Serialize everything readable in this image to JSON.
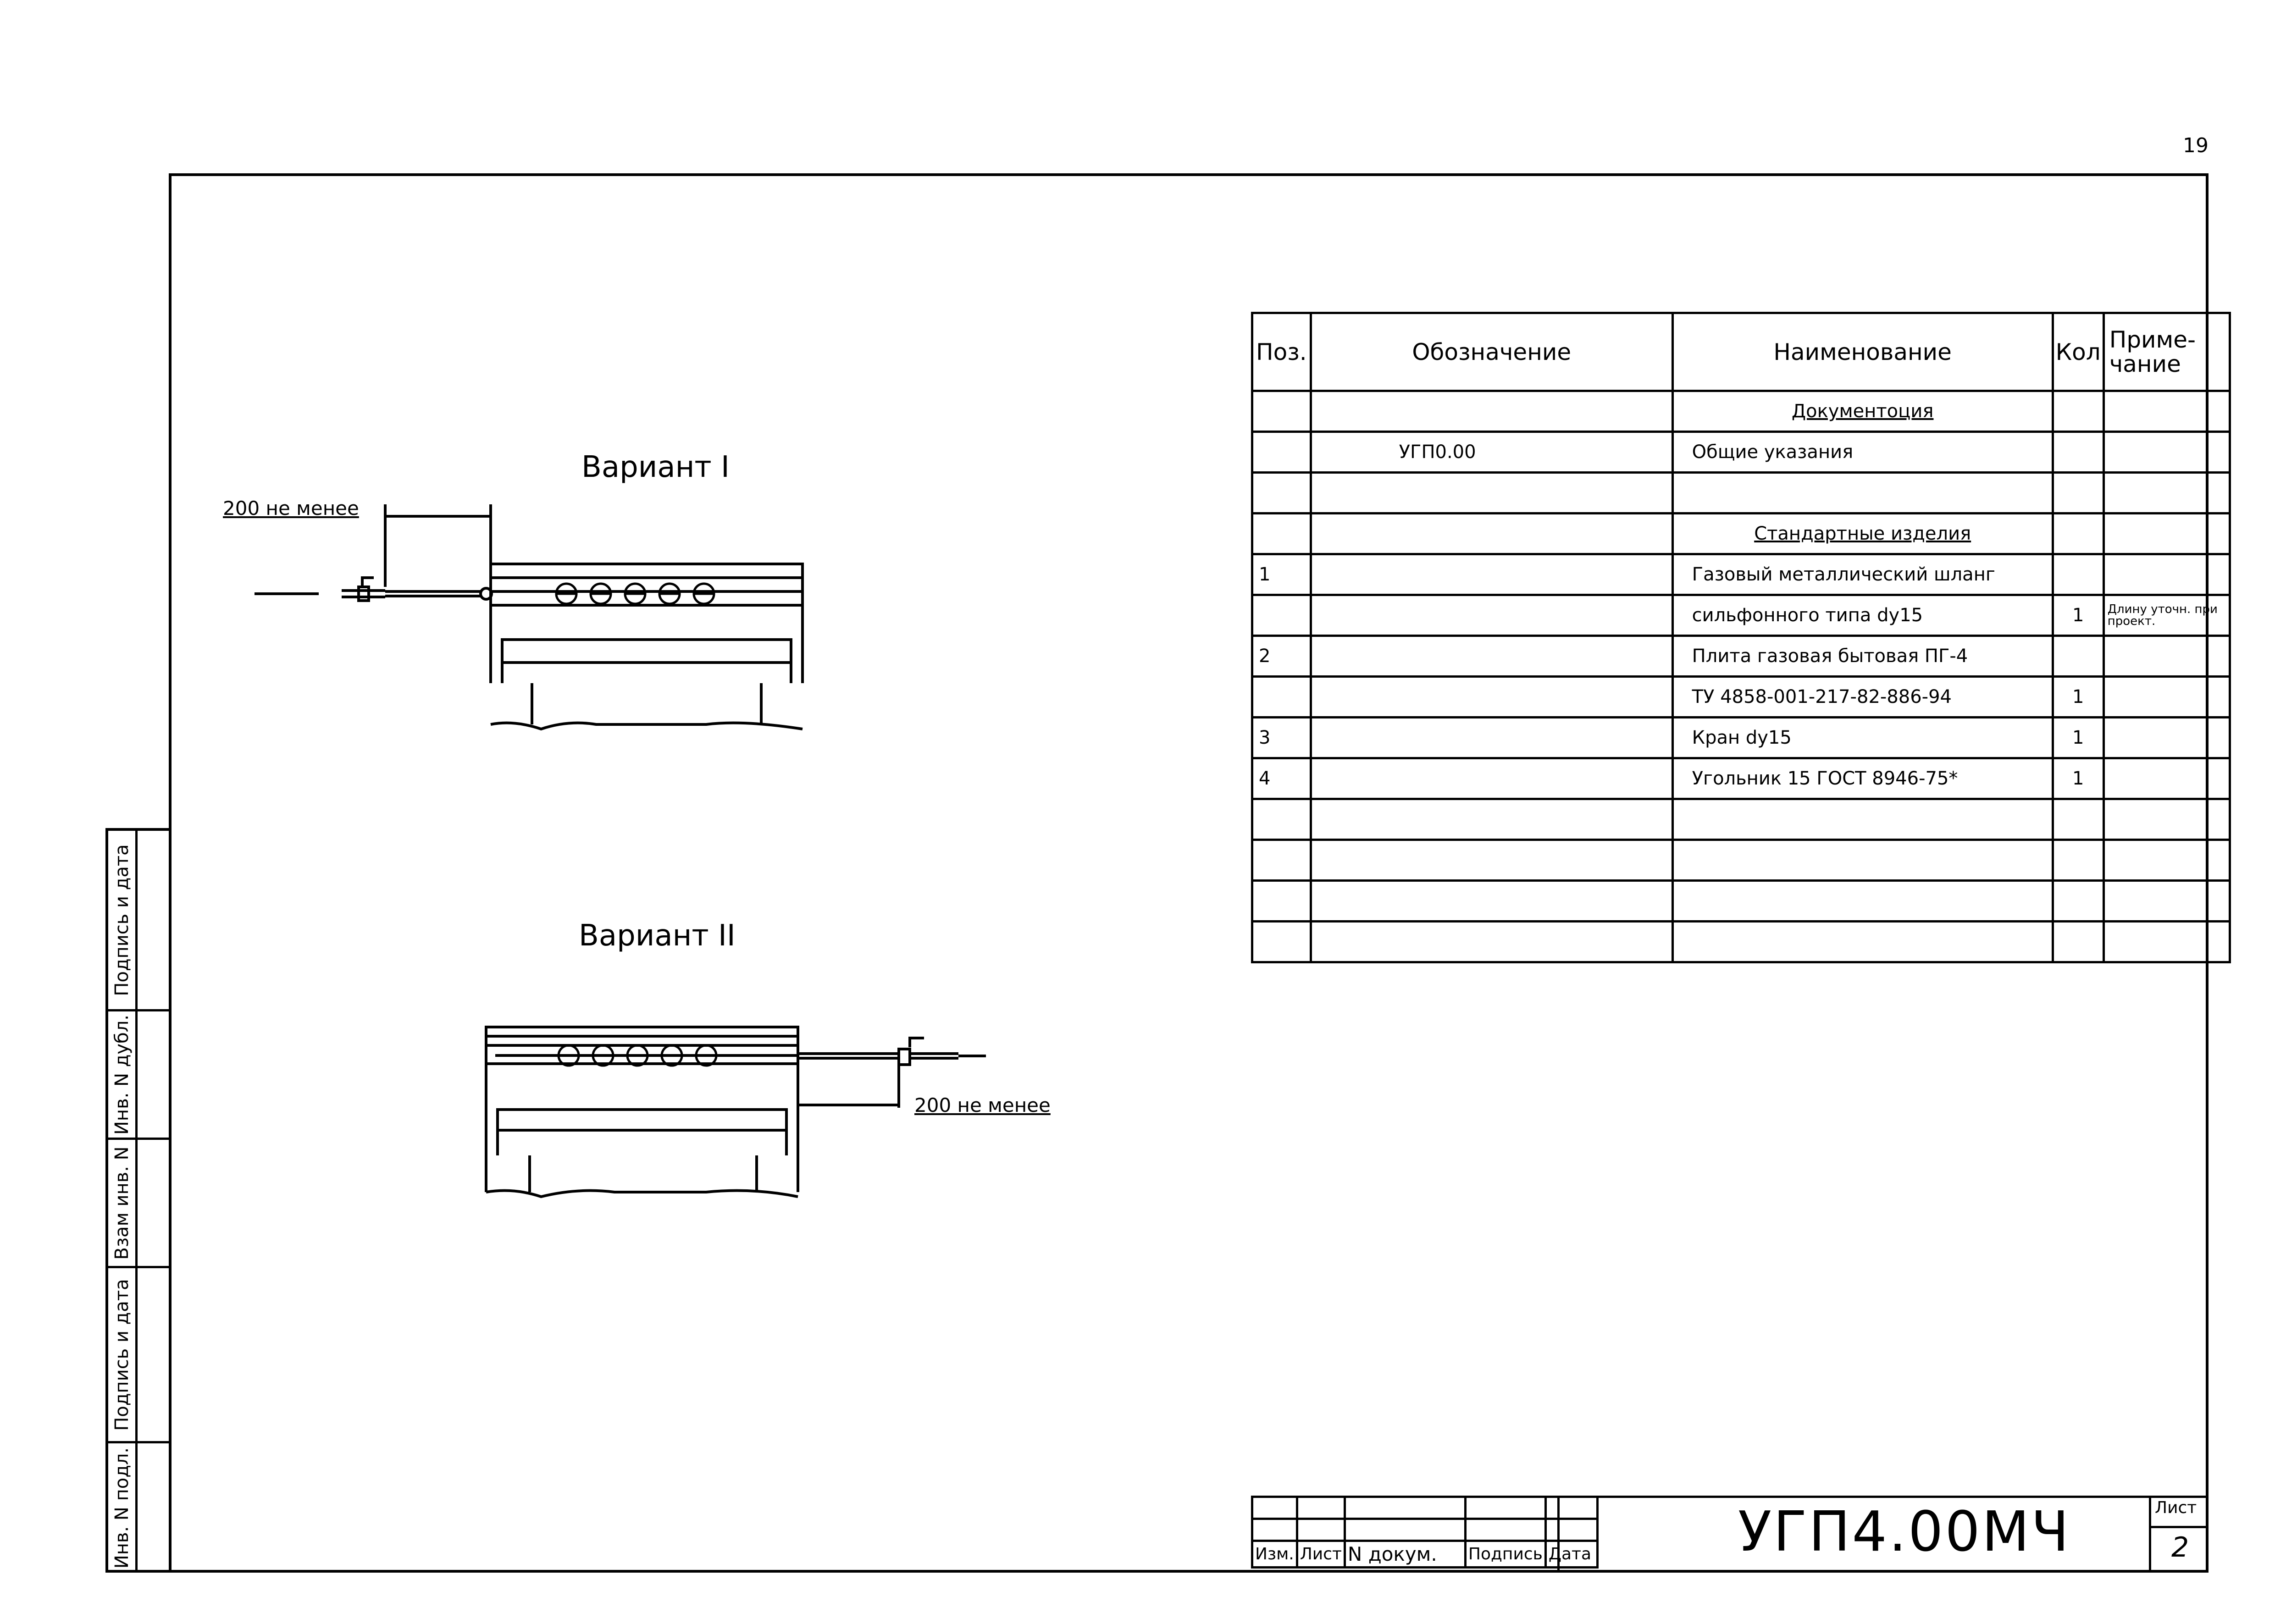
{
  "page_number": "19",
  "variant1": {
    "title": "Вариант I",
    "dimension": "200 не менее"
  },
  "variant2": {
    "title": "Вариант II",
    "dimension": "200 не менее"
  },
  "spec_table": {
    "headers": {
      "pos": "Поз.",
      "designation": "Обозначение",
      "name": "Наименование",
      "qty": "Кол",
      "note_line1": "Приме-",
      "note_line2": "чание"
    },
    "rows": [
      {
        "pos": "",
        "designation": "",
        "name": "Документоция",
        "qty": "",
        "note": "",
        "underline": true
      },
      {
        "pos": "",
        "designation": "УГП0.00",
        "name": "Общие указания",
        "qty": "",
        "note": ""
      },
      {
        "pos": "",
        "designation": "",
        "name": "",
        "qty": "",
        "note": ""
      },
      {
        "pos": "",
        "designation": "",
        "name": "Стандартные изделия",
        "qty": "",
        "note": "",
        "underline": true
      },
      {
        "pos": "1",
        "designation": "",
        "name": "Газовый металлический шланг",
        "qty": "",
        "note": ""
      },
      {
        "pos": "",
        "designation": "",
        "name": "сильфонного типа dy15",
        "qty": "1",
        "note": "Длину уточн. при проект."
      },
      {
        "pos": "2",
        "designation": "",
        "name": "Плита газовая бытовая ПГ-4",
        "qty": "",
        "note": ""
      },
      {
        "pos": "",
        "designation": "",
        "name": "ТУ 4858-001-217-82-886-94",
        "qty": "1",
        "note": ""
      },
      {
        "pos": "3",
        "designation": "",
        "name": "Кран dy15",
        "qty": "1",
        "note": ""
      },
      {
        "pos": "4",
        "designation": "",
        "name": "Угольник 15 ГОСТ 8946-75*",
        "qty": "1",
        "note": ""
      },
      {
        "pos": "",
        "designation": "",
        "name": "",
        "qty": "",
        "note": ""
      },
      {
        "pos": "",
        "designation": "",
        "name": "",
        "qty": "",
        "note": ""
      },
      {
        "pos": "",
        "designation": "",
        "name": "",
        "qty": "",
        "note": ""
      },
      {
        "pos": "",
        "designation": "",
        "name": "",
        "qty": "",
        "note": ""
      }
    ]
  },
  "sidebar": {
    "labels": [
      "Подпись и дата",
      "Инв. N дубл.",
      "Взам инв. N",
      "Подпись и дата",
      "Инв. N подл."
    ]
  },
  "title_block": {
    "labels": [
      "Изм.",
      "Лист",
      "N докум.",
      "Подпись",
      "Дата"
    ],
    "document_code": "УГП4.00МЧ",
    "sheet_label": "Лист",
    "sheet_number": "2"
  }
}
